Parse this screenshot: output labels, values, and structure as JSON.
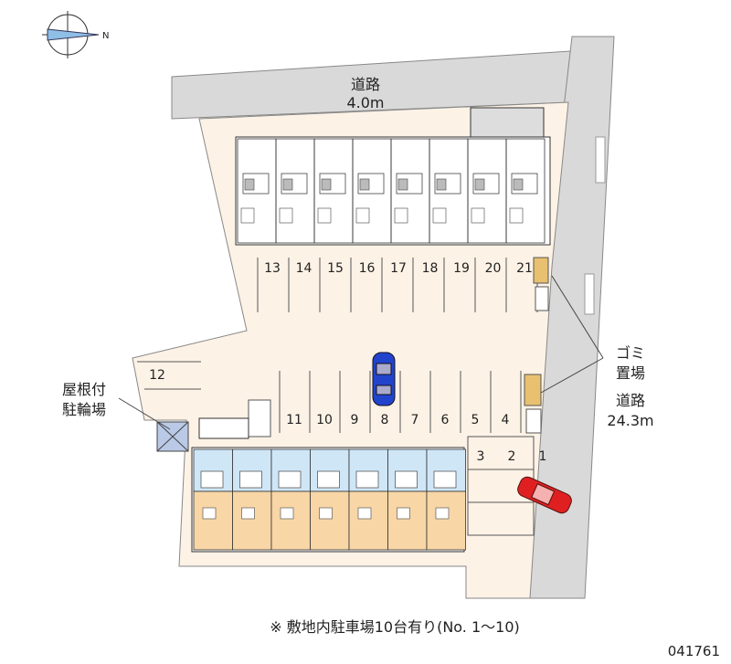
{
  "labels": {
    "road_top_name": "道路",
    "road_top_width": "4.0m",
    "road_right_name": "道路",
    "road_right_width": "24.3m",
    "garbage_line1": "ゴミ",
    "garbage_line2": "置場",
    "bike_line1": "屋根付",
    "bike_line2": "駐輪場",
    "note": "※ 敷地内駐車場10台有り(No. 1～10)",
    "code": "041761",
    "compass_letter": "N"
  },
  "parking": {
    "upper_row": [
      "13",
      "14",
      "15",
      "16",
      "17",
      "18",
      "19",
      "20",
      "21"
    ],
    "middle_row": [
      "11",
      "10",
      "9",
      "8",
      "7",
      "6",
      "5",
      "4"
    ],
    "left_space": "12",
    "right_stack": [
      "3",
      "2",
      "1"
    ]
  },
  "colors": {
    "road": "#d9d9d9",
    "lot": "#fdf2e6",
    "building_upper": "#ffffff",
    "building_lower_blue": "#cfe6f7",
    "building_lower_orange": "#f8d6a6",
    "car_blue": "#2244cc",
    "car_red": "#e02020",
    "bike_shelter": "#b9c9e6"
  }
}
